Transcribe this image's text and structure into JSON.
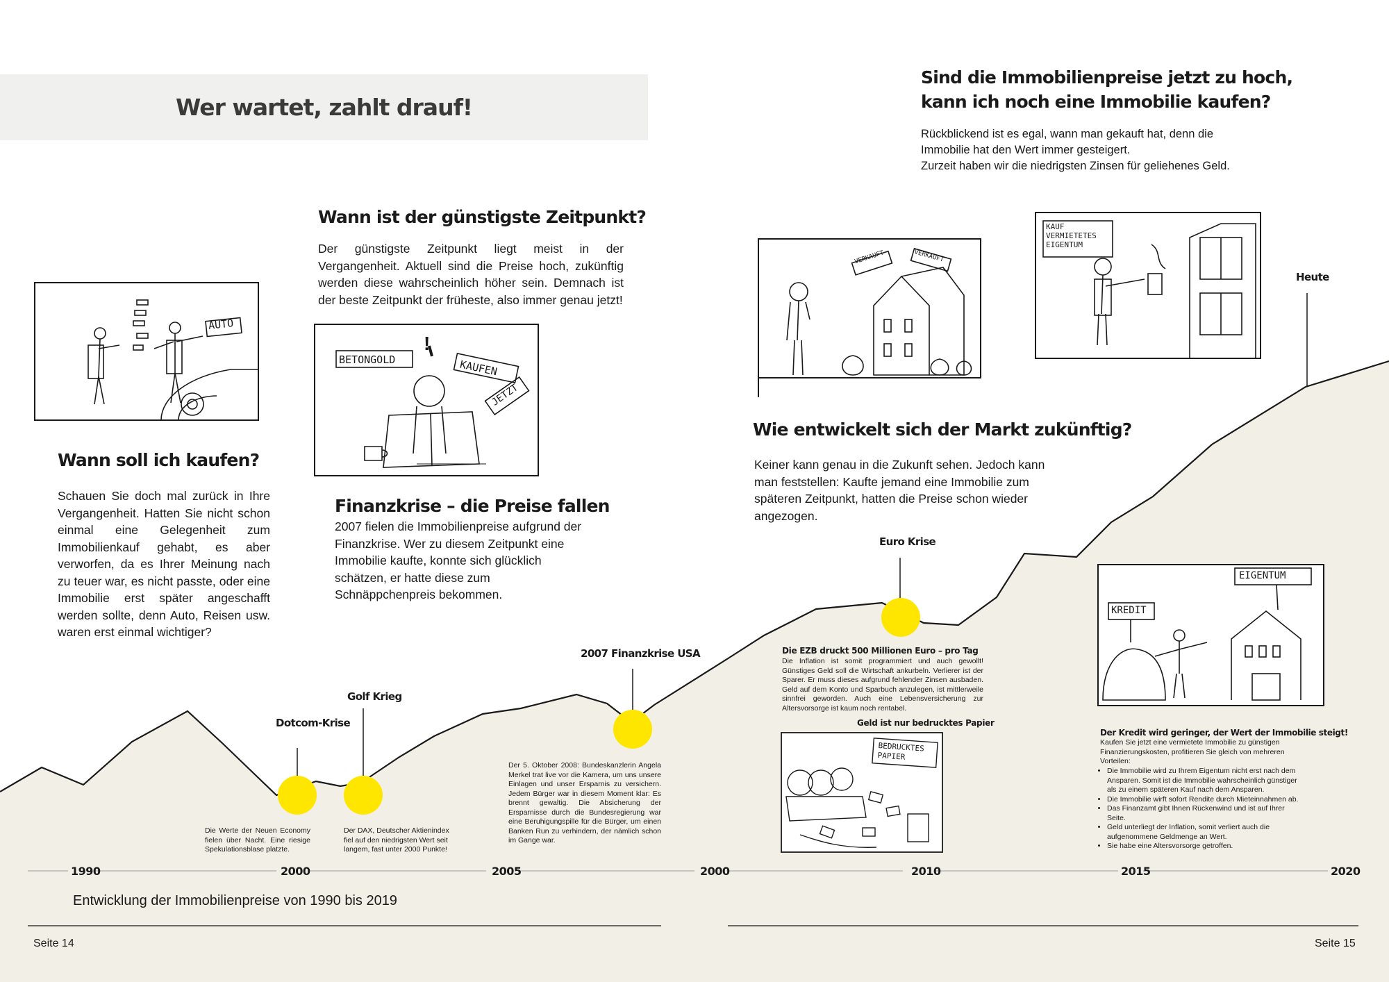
{
  "banner_title": "Wer wartet, zahlt drauf!",
  "sections": {
    "wann_kaufen": {
      "title": "Wann soll ich kaufen?",
      "text": "Schauen Sie doch mal zurück in Ihre Vergangenheit. Hatten Sie nicht schon einmal eine Gelegenheit zum Immobilienkauf gehabt, es aber verworfen, da es Ihrer Meinung nach zu teuer war, es nicht passte, oder eine Immobilie erst später angeschafft werden sollte, denn Auto, Reisen usw. waren erst einmal wichtiger?"
    },
    "zeitpunkt": {
      "title": "Wann ist der günstigste Zeitpunkt?",
      "text": "Der günstigste Zeitpunkt liegt meist in der Vergangenheit. Aktuell sind die Preise hoch, zukünftig werden diese wahrscheinlich höher sein. Demnach ist der beste Zeitpunkt der früheste, also immer genau jetzt!"
    },
    "finanzkrise": {
      "title": "Finanzkrise – die Preise fallen",
      "text": "2007 fielen die Immobilienpreise aufgrund der Finanzkrise. Wer zu diesem Zeitpunkt eine Immobilie kaufte, konnte sich glücklich schätzen, er hatte diese zum Schnäppchenpreis bekommen."
    },
    "zu_hoch": {
      "title_line1": "Sind die Immobilienpreise jetzt zu hoch,",
      "title_line2": "kann ich noch eine Immobilie kaufen?",
      "text1": "Rückblickend ist es egal, wann man gekauft hat, denn die Immobilie hat den Wert immer gesteigert.",
      "text2": "Zurzeit haben wir die niedrigsten Zinsen für geliehenes Geld."
    },
    "markt": {
      "title": "Wie entwickelt sich der Markt zukünftig?",
      "text": "Keiner kann genau in die Zukunft sehen. Jedoch kann man feststellen: Kaufte jemand eine Immobilie zum späteren Zeitpunkt, hatten die Preise schon wieder angezogen."
    }
  },
  "sketch_labels": {
    "auto": "AUTO",
    "betongold": "BETONGOLD",
    "kaufen": "KAUFEN",
    "jetzt": "JETZT",
    "verkauft1": "VERKAUFT",
    "verkauft2": "VERKAUFT",
    "kauf_vermietetes": "KAUF VERMIETETES EIGENTUM",
    "eigentum": "EIGENTUM",
    "kredit": "KREDIT",
    "bedrucktes_papier": "BEDRUCKTES PAPIER",
    "exclamation": "!"
  },
  "timeline": {
    "labels": {
      "heute": "Heute",
      "euro_krise": "Euro Krise",
      "finanzkrise_usa": "2007 Finanzkrise USA",
      "golf_krieg": "Golf Krieg",
      "dotcom": "Dotcom-Krise"
    },
    "notes": {
      "dotcom": "Die Werte der Neuen Economy fielen über Nacht. Eine riesige Spekulationsblase platzte.",
      "golf": "Der DAX, Deutscher Aktienindex fiel auf den niedrigsten Wert seit langem, fast unter 2000 Punkte!",
      "finanz": "Der 5. Oktober 2008: Bundeskanzlerin Angela Merkel trat live vor die Kamera, um uns unsere Einlagen und unser Ersparnis zu versichern. Jedem Bürger war in diesem Moment klar: Es brennt gewaltig. Die Absicherung der Ersparnisse durch die Bundesregierung war eine Beruhigungspille für die Bürger, um einen Banken Run zu verhindern, der nämlich schon im Gange war.",
      "ezb_title": "Die EZB druckt 500 Millionen Euro – pro Tag",
      "ezb_text": "Die Inflation ist somit programmiert und auch gewollt! Günstiges Geld soll die Wirtschaft ankurbeln. Verlierer ist der Sparer. Er muss dieses aufgrund fehlender Zinsen ausbaden. Geld auf dem Konto und Sparbuch anzulegen, ist mittlerweile sinnfrei geworden. Auch eine Lebensversicherung zur Altersvorsorge ist kaum noch rentabel.",
      "papier_title": "Geld ist nur bedrucktes Papier",
      "kredit_title": "Der Kredit wird geringer, der Wert der Immobilie steigt!",
      "kredit_text": "Kaufen Sie jetzt eine vermietete Immobilie zu günstigen Finanzierungskosten, profitieren Sie gleich von mehreren Vorteilen:",
      "kredit_items": [
        "Die Immobilie wird zu Ihrem Eigentum nicht erst nach dem Ansparen. Somit ist die Immobilie wahrscheinlich günstiger als zu einem späteren Kauf nach dem Ansparen.",
        "Die Immobilie wirft sofort Rendite durch Mieteinnahmen ab.",
        "Das Finanzamt gibt Ihnen Rückenwind und ist auf Ihrer Seite.",
        "Geld unterliegt der Inflation, somit verliert auch die aufgenommene Geldmenge an Wert.",
        "Sie habe eine Altersvorsorge getroffen."
      ]
    },
    "years": [
      "1990",
      "2000",
      "2005",
      "2000",
      "2010",
      "2015",
      "2020"
    ],
    "caption": "Entwicklung der Immobilienpreise von 1990 bis 2019"
  },
  "footer": {
    "left": "Seite 14",
    "right": "Seite 15"
  },
  "colors": {
    "area": "#f2efe7",
    "dot": "#ffe600",
    "banner": "#f0f0ef"
  }
}
